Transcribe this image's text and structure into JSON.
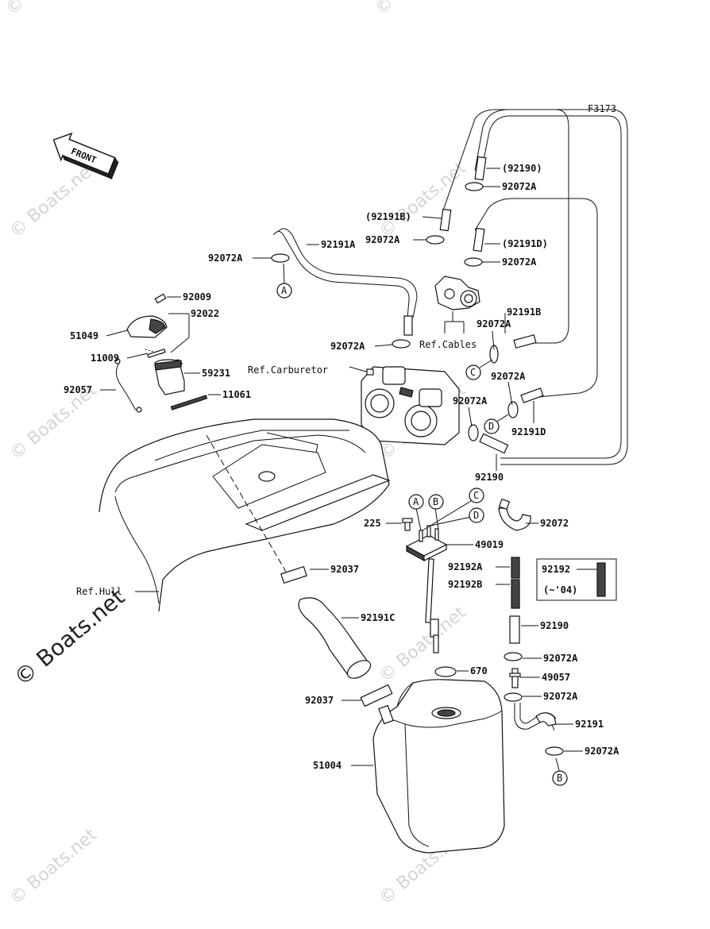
{
  "figure_code": "F3173",
  "front_label": "FRONT",
  "watermarks": {
    "main": "© Boats.net",
    "faint": "© Boats.net"
  },
  "labels": {
    "p92190_top": "(92190)",
    "p92072A_1": "92072A",
    "p92191B_paren": "(92191B)",
    "p92072A_2": "92072A",
    "p92191D_paren": "(92191D)",
    "p92072A_3": "92072A",
    "p92191A": "92191A",
    "p92072A_left": "92072A",
    "p92009": "92009",
    "p92022": "92022",
    "p51049": "51049",
    "p11009": "11009",
    "p59231": "59231",
    "p92057": "92057",
    "p11061": "11061",
    "p92072A_4": "92072A",
    "ref_cables": "Ref.Cables",
    "p92191B": "92191B",
    "p92072A_5": "92072A",
    "ref_carburetor": "Ref.Carburetor",
    "p92072A_6": "92072A",
    "p92072A_7": "92072A",
    "p92191D": "92191D",
    "p92190_mid": "92190",
    "p225": "225",
    "p49019": "49019",
    "p92072": "92072",
    "p92192A": "92192A",
    "p92192B": "92192B",
    "p92192_box": "92192",
    "p04_note": "(~'04)",
    "ref_hull": "Ref.Hull",
    "p92037_1": "92037",
    "p92191C": "92191C",
    "p92190_low": "92190",
    "p92072A_8": "92072A",
    "p670": "670",
    "p49057": "49057",
    "p92072A_9": "92072A",
    "p92037_2": "92037",
    "p92191": "92191",
    "p92072A_10": "92072A",
    "p51004": "51004"
  },
  "callouts": {
    "A": "A",
    "B": "B",
    "C": "C",
    "D": "D"
  }
}
